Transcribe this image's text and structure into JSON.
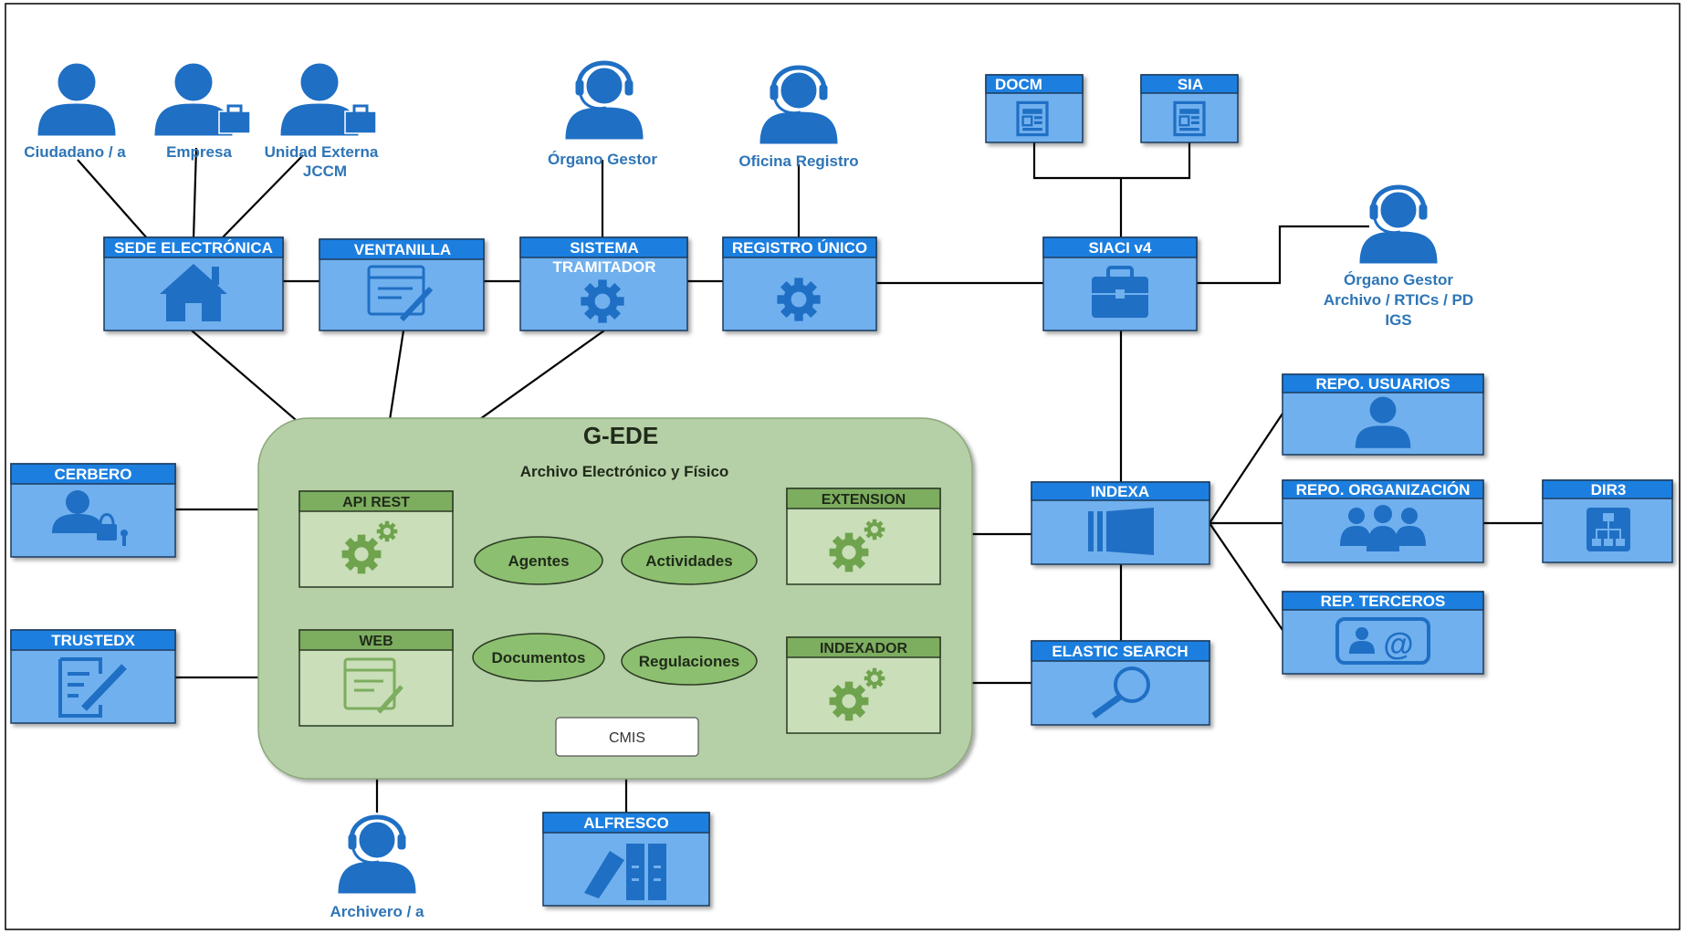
{
  "colors": {
    "box_fill": "#6fb0ee",
    "box_header": "#1f7fe0",
    "box_border": "#1b3a5c",
    "icon": "#1f6fc4",
    "gede_fill": "#b5cfa6",
    "gede_inner": "#c9deb9",
    "gede_header": "#7dad5f",
    "ellipse_fill": "#8cbf6f",
    "label": "#2e75b6",
    "line": "#000000"
  },
  "actors": {
    "ciudadano": {
      "label": "Ciudadano / a"
    },
    "empresa": {
      "label": "Empresa"
    },
    "unidad_externa": {
      "line1": "Unidad Externa",
      "line2": "JCCM"
    },
    "organo_gestor": {
      "label": "Órgano Gestor"
    },
    "oficina_registro": {
      "label": "Oficina Registro"
    },
    "organo_archivo": {
      "line1": "Órgano Gestor",
      "line2": "Archivo / RTICs / PD",
      "line3": "IGS"
    },
    "archivero": {
      "label": "Archivero / a"
    }
  },
  "boxes": {
    "docm": {
      "title": "DOCM",
      "icon": "document-icon"
    },
    "sia": {
      "title": "SIA",
      "icon": "document-icon"
    },
    "sede": {
      "title": "SEDE ELECTRÓNICA",
      "icon": "home-icon"
    },
    "ventanilla": {
      "title": "VENTANILLA",
      "icon": "form-edit-icon"
    },
    "sistema": {
      "line1": "SISTEMA",
      "line2": "TRAMITADOR",
      "icon": "gear-icon"
    },
    "registro": {
      "title": "REGISTRO ÚNICO",
      "icon": "gear-icon"
    },
    "siaci": {
      "title": "SIACI v4",
      "icon": "briefcase-icon"
    },
    "repo_usuarios": {
      "title": "REPO. USUARIOS",
      "icon": "user-icon"
    },
    "cerbero": {
      "title": "CERBERO",
      "icon": "user-lock-icon"
    },
    "indexa": {
      "title": "INDEXA",
      "icon": "funnel-icon"
    },
    "repo_org": {
      "title": "REPO. ORGANIZACIÓN",
      "icon": "group-icon"
    },
    "dir3": {
      "title": "DIR3",
      "icon": "org-chart-icon"
    },
    "rep_terceros": {
      "title": "REP. TERCEROS",
      "icon": "contact-card-icon"
    },
    "trustedx": {
      "title": "TRUSTEDX",
      "icon": "sign-document-icon"
    },
    "elastic": {
      "title": "ELASTIC SEARCH",
      "icon": "magnifier-icon"
    },
    "alfresco": {
      "title": "ALFRESCO",
      "icon": "binders-icon"
    }
  },
  "gede": {
    "title": "G-EDE",
    "subtitle": "Archivo Electrónico y Físico",
    "api_rest": "API REST",
    "web": "WEB",
    "extension": "EXTENSION",
    "indexador": "INDEXADOR",
    "cmis": "CMIS",
    "entities": [
      "Agentes",
      "Actividades",
      "Documentos",
      "Regulaciones"
    ]
  }
}
